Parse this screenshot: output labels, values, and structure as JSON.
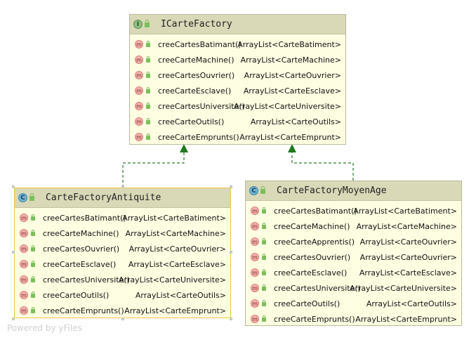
{
  "interface": {
    "kind": "I",
    "title": "ICarteFactory",
    "methods": [
      {
        "name": "creeCartesBatimant()",
        "type": "ArrayList<CarteBatiment>"
      },
      {
        "name": "creeCarteMachine()",
        "type": "ArrayList<CarteMachine>"
      },
      {
        "name": "creeCartesOuvrier()",
        "type": "ArrayList<CarteOuvrier>"
      },
      {
        "name": "creeCarteEsclave()",
        "type": "ArrayList<CarteEsclave>"
      },
      {
        "name": "creeCartesUniversite()",
        "type": "ArrayList<CarteUniversite>"
      },
      {
        "name": "creeCarteOutils()",
        "type": "ArrayList<CarteOutils>"
      },
      {
        "name": "creeCarteEmprunts()",
        "type": "ArrayList<CarteEmprunt>"
      }
    ]
  },
  "antiquite": {
    "kind": "C",
    "title": "CarteFactoryAntiquite",
    "methods": [
      {
        "name": "creeCartesBatimant()",
        "type": "ArrayList<CarteBatiment>"
      },
      {
        "name": "creeCarteMachine()",
        "type": "ArrayList<CarteMachine>"
      },
      {
        "name": "creeCartesOuvrier()",
        "type": "ArrayList<CarteOuvrier>"
      },
      {
        "name": "creeCarteEsclave()",
        "type": "ArrayList<CarteEsclave>"
      },
      {
        "name": "creeCartesUniversite()",
        "type": "ArrayList<CarteUniversite>"
      },
      {
        "name": "creeCarteOutils()",
        "type": "ArrayList<CarteOutils>"
      },
      {
        "name": "creeCarteEmprunts()",
        "type": "ArrayList<CarteEmprunt>"
      }
    ]
  },
  "moyenage": {
    "kind": "C",
    "title": "CarteFactoryMoyenAge",
    "methods": [
      {
        "name": "creeCartesBatimant()",
        "type": "ArrayList<CarteBatiment>"
      },
      {
        "name": "creeCarteMachine()",
        "type": "ArrayList<CarteMachine>"
      },
      {
        "name": "creeCarteApprentis()",
        "type": "ArrayList<CarteOuvrier>"
      },
      {
        "name": "creeCartesOuvrier()",
        "type": "ArrayList<CarteOuvrier>"
      },
      {
        "name": "creeCarteEsclave()",
        "type": "ArrayList<CarteEsclave>"
      },
      {
        "name": "creeCartesUniversite()",
        "type": "ArrayList<CarteUniversite>"
      },
      {
        "name": "creeCarteOutils()",
        "type": "ArrayList<CarteOutils>"
      },
      {
        "name": "creeCarteEmprunts()",
        "type": "ArrayList<CarteEmprunt>"
      }
    ]
  },
  "method_icon_letter": "m",
  "watermark": "Powered by yFiles",
  "colors": {
    "edge": "#2b7a2b",
    "box_fill": "#fefee2",
    "header_fill": "#d9d9b8",
    "selected_border": "#f2c440"
  }
}
